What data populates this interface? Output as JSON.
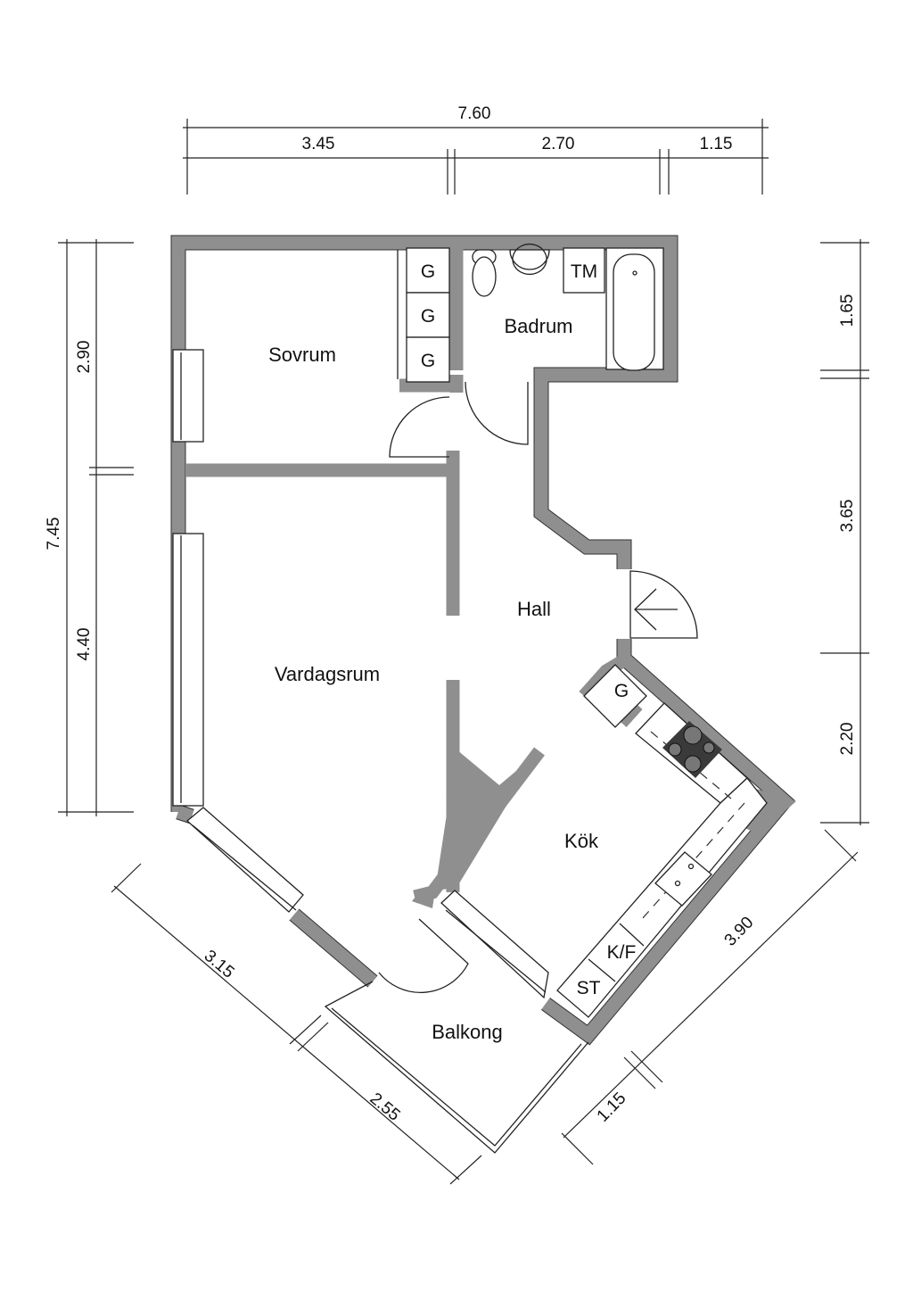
{
  "rooms": {
    "sovrum": "Sovrum",
    "badrum": "Badrum",
    "hall": "Hall",
    "vardagsrum": "Vardagsrum",
    "kok": "Kök",
    "balkong": "Balkong"
  },
  "fixtures": {
    "wardrobe_1": "G",
    "wardrobe_2": "G",
    "wardrobe_3": "G",
    "hall_wardrobe": "G",
    "washer": "TM",
    "fridge_freezer": "K/F",
    "storage": "ST"
  },
  "dimensions": {
    "top_total": "7.60",
    "top_1": "3.45",
    "top_2": "2.70",
    "top_3": "1.15",
    "left_total": "7.45",
    "left_1": "2.90",
    "left_2": "4.40",
    "right_1": "1.65",
    "right_2": "3.65",
    "right_3": "2.20",
    "diag_left_1": "3.15",
    "diag_left_2": "2.55",
    "diag_right_1": "3.90",
    "diag_right_2": "1.15"
  },
  "colors": {
    "wall": "#8f8f8f",
    "stove": "#3a3a3a"
  }
}
